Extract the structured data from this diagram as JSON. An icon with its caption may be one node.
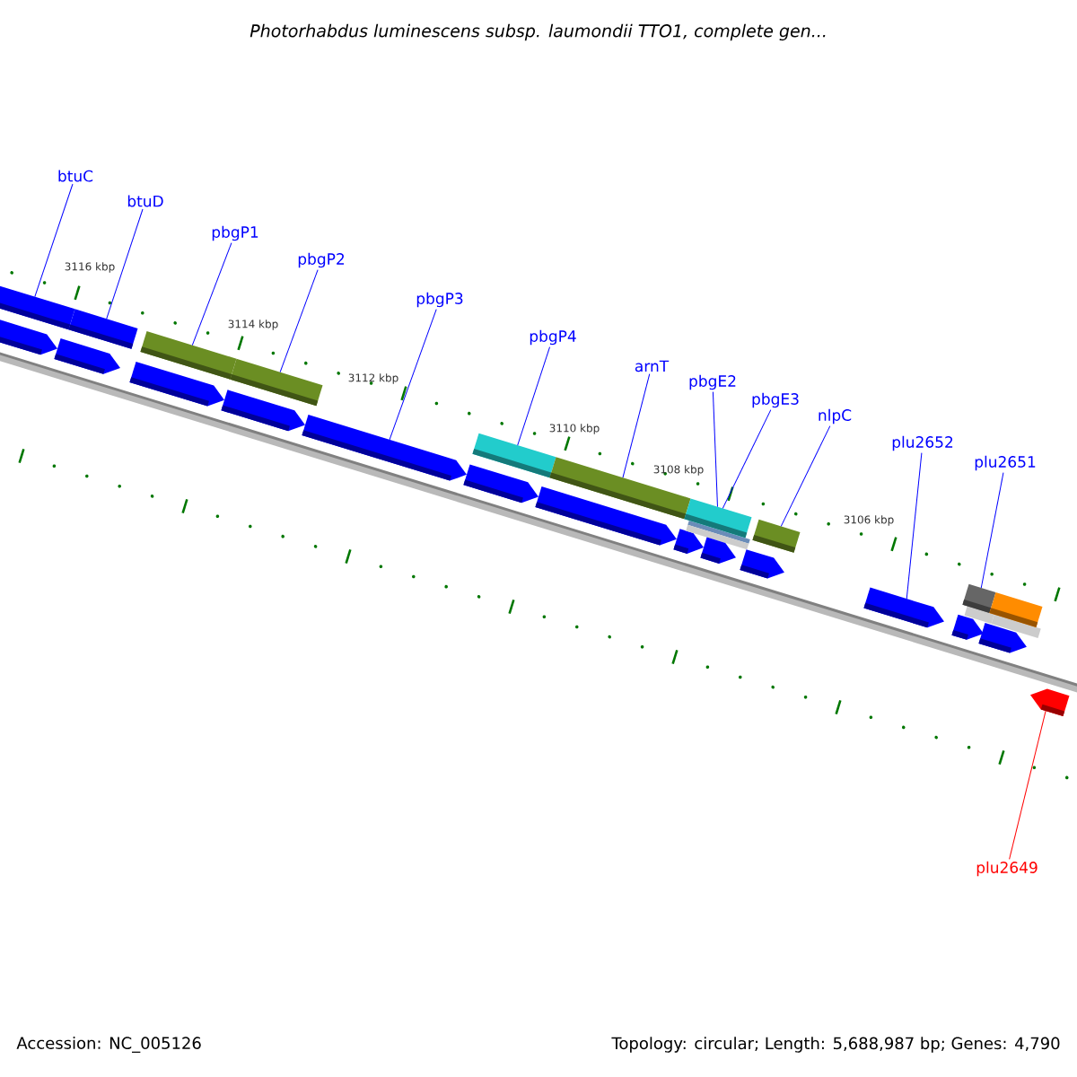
{
  "diagram": {
    "title": "Photorhabdus luminescens subsp. laumondii TTO1, complete gen...",
    "nodes": [
      {
        "text": [
          "btuC"
        ]
      },
      {
        "text": [
          "btuD"
        ]
      },
      {
        "text": [
          "pbgP1"
        ]
      },
      {
        "text": [
          "pbgP2"
        ]
      },
      {
        "text": [
          "pbgP3"
        ]
      },
      {
        "text": [
          "pbgP4"
        ]
      },
      {
        "text": [
          "arnT"
        ]
      },
      {
        "text": [
          "pbgE2"
        ]
      },
      {
        "text": [
          "pbgE3"
        ]
      },
      {
        "text": [
          "nlpC"
        ]
      },
      {
        "text": [
          "plu2652"
        ]
      },
      {
        "text": [
          "plu2651"
        ]
      },
      {
        "text": [
          "plu2649"
        ]
      },
      {
        "text": [],
        "shape": "bar"
      },
      {
        "text": [],
        "shape": "bar"
      },
      {
        "text": [],
        "shape": "bar"
      },
      {
        "text": [],
        "shape": "bar"
      },
      {
        "text": [],
        "shape": "bar"
      },
      {
        "text": [],
        "shape": "bar"
      },
      {
        "text": [],
        "shape": "bar"
      },
      {
        "text": [],
        "shape": "bar"
      },
      {
        "text": [],
        "shape": "bar"
      },
      {
        "text": [],
        "shape": "bar"
      },
      {
        "text": [],
        "shape": "bar"
      },
      {
        "text": [],
        "shape": "bar"
      },
      {
        "text": [],
        "shape": "bar"
      },
      {
        "text": [],
        "shape": "bar"
      },
      {
        "text": [],
        "shape": "bar"
      },
      {
        "text": [],
        "shape": "bar"
      },
      {
        "text": [],
        "shape": "bar"
      },
      {
        "text": [],
        "shape": "bar"
      },
      {
        "text": [],
        "shape": "bar"
      },
      {
        "text": [],
        "shape": "bar"
      },
      {
        "text": [],
        "shape": "bar"
      },
      {
        "text": [],
        "shape": "bar"
      },
      {
        "text": [],
        "shape": "bar"
      },
      {
        "text": [],
        "shape": "bar"
      }
    ],
    "edges": [
      {
        "from": 0,
        "to": 13,
        "arrow": "none"
      },
      {
        "from": 1,
        "to": 16,
        "arrow": "none"
      },
      {
        "from": 2,
        "to": 18,
        "arrow": "none"
      },
      {
        "from": 3,
        "to": 20,
        "arrow": "none"
      },
      {
        "from": 4,
        "to": 21,
        "arrow": "none"
      },
      {
        "from": 5,
        "to": 23,
        "arrow": "none"
      },
      {
        "from": 6,
        "to": 25,
        "arrow": "none"
      },
      {
        "from": 7,
        "to": 27,
        "arrow": "none"
      },
      {
        "from": 8,
        "to": 27,
        "arrow": "none"
      },
      {
        "from": 9,
        "to": 30,
        "arrow": "none"
      },
      {
        "from": 10,
        "to": 31,
        "arrow": "none"
      },
      {
        "from": 11,
        "to": 33,
        "arrow": "none"
      },
      {
        "from": 12,
        "to": 36,
        "arrow": "none",
        "color": "#ff0000"
      }
    ],
    "labels": [
      "3116 kbp",
      "3114 kbp",
      "3112 kbp",
      "3110 kbp",
      "3108 kbp",
      "3106 kbp",
      "Accession: NC_005126",
      "Topology: circular; Length: 5,688,987 bp; Genes: 4,790"
    ]
  }
}
